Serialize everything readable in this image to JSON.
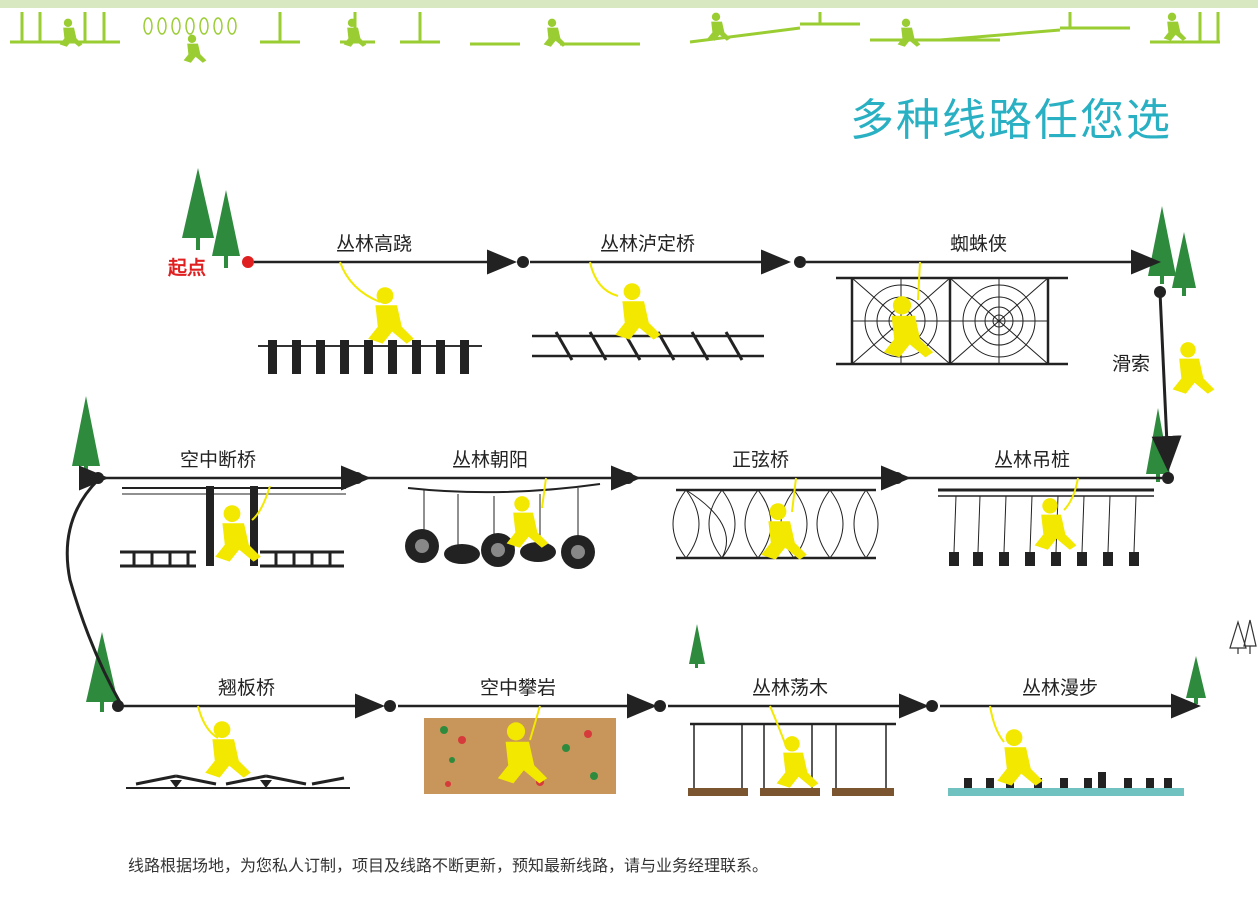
{
  "page_title": "多种线路任您选",
  "start_label": "起点",
  "footer_note": "线路根据场地，为您私人订制，项目及线路不断更新，预知最新线路，请与业务经理联系。",
  "colors": {
    "accent_title": "#2ab0c3",
    "figure": "#f2e800",
    "start": "#e02020",
    "tree": "#2e8b3e",
    "header_green": "#9acd32"
  },
  "routes": [
    {
      "id": "conglin-gaoqiao",
      "label": "丛林高跷",
      "row": 1
    },
    {
      "id": "conglin-ludingqiao",
      "label": "丛林泸定桥",
      "row": 1
    },
    {
      "id": "zhizhuxia",
      "label": "蜘蛛侠",
      "row": 1
    },
    {
      "id": "huasuo",
      "label": "滑索",
      "row": "connector"
    },
    {
      "id": "conglin-diaozhuang",
      "label": "丛林吊桩",
      "row": 2
    },
    {
      "id": "zhengxianqiao",
      "label": "正弦桥",
      "row": 2
    },
    {
      "id": "conglin-zhaoyang",
      "label": "丛林朝阳",
      "row": 2
    },
    {
      "id": "kongzhong-duanqiao",
      "label": "空中断桥",
      "row": 2
    },
    {
      "id": "qiaobanqiao",
      "label": "翘板桥",
      "row": 3
    },
    {
      "id": "kongzhong-panyan",
      "label": "空中攀岩",
      "row": 3
    },
    {
      "id": "conglin-dangmu",
      "label": "丛林荡木",
      "row": 3
    },
    {
      "id": "conglin-manbu",
      "label": "丛林漫步",
      "row": 3
    }
  ]
}
